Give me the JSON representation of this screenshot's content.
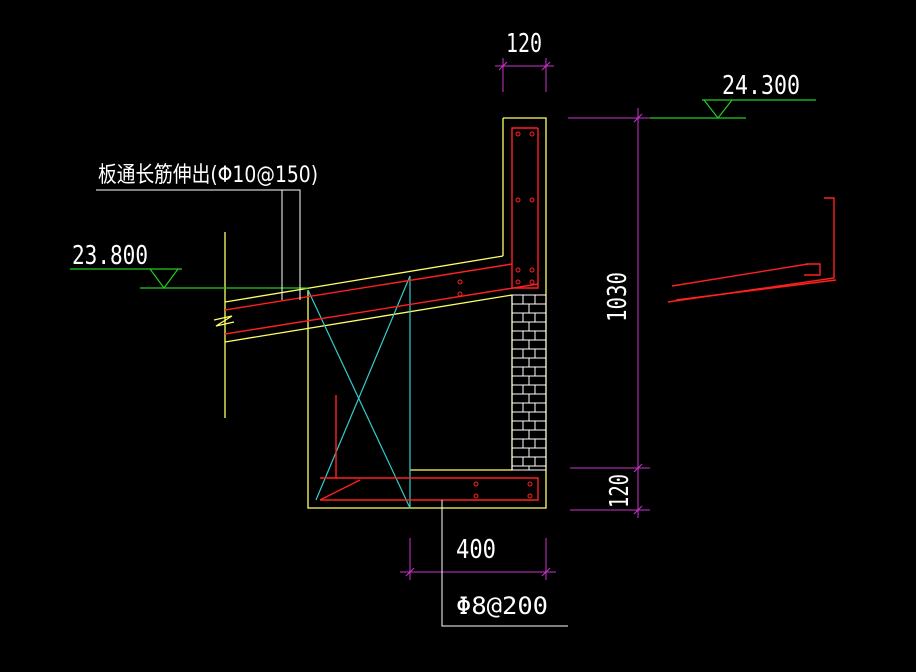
{
  "labels": {
    "slab_rebar_note": "板通长筋伸出(Φ10@150)",
    "elevation_low": "23.800",
    "elevation_high": "24.300",
    "dim_top_width": "120",
    "dim_height": "1030",
    "dim_bottom_thickness": "120",
    "dim_bottom_width": "400",
    "stirrup_note": "Φ8@200"
  },
  "colors": {
    "background": "#000000",
    "concrete_outline": "#ffff66",
    "rebar": "#ff2020",
    "dimension": "#cc33cc",
    "elevation_mark": "#22cc22",
    "void_cross": "#33cccc",
    "text": "#ffffff",
    "brick": "#ffffff"
  }
}
